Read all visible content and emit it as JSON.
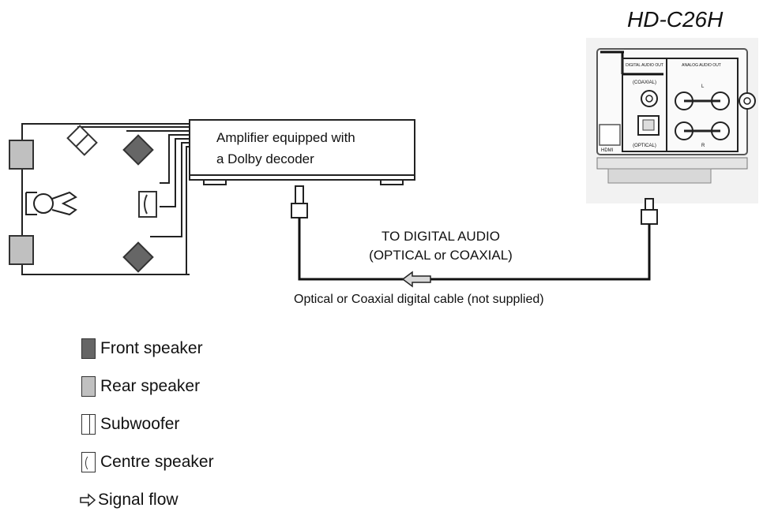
{
  "device": {
    "model": "HD-C26H",
    "panel": {
      "digital_out": "DIGITAL AUDIO OUT",
      "coaxial": "(COAXIAL)",
      "optical": "(OPTICAL)",
      "analog_out": "ANALOG AUDIO OUT",
      "left": "L",
      "right": "R",
      "hdmi": "HDMI"
    }
  },
  "amplifier": {
    "line1": "Amplifier equipped with",
    "line2": "a Dolby decoder"
  },
  "connection": {
    "title_line1": "TO DIGITAL AUDIO",
    "title_line2": "(OPTICAL or COAXIAL)",
    "cable_label": "Optical or Coaxial digital cable  (not supplied)"
  },
  "legend": [
    {
      "label": "Front speaker",
      "icon": "front-speaker-swatch"
    },
    {
      "label": "Rear speaker",
      "icon": "rear-speaker-swatch"
    },
    {
      "label": "Subwoofer",
      "icon": "subwoofer-swatch"
    },
    {
      "label": "Centre speaker",
      "icon": "centre-speaker-swatch"
    },
    {
      "label": "Signal flow",
      "icon": "signal-flow-arrow-icon"
    }
  ],
  "colors": {
    "front": "#666666",
    "rear": "#c0c0c0",
    "line": "#222222"
  }
}
